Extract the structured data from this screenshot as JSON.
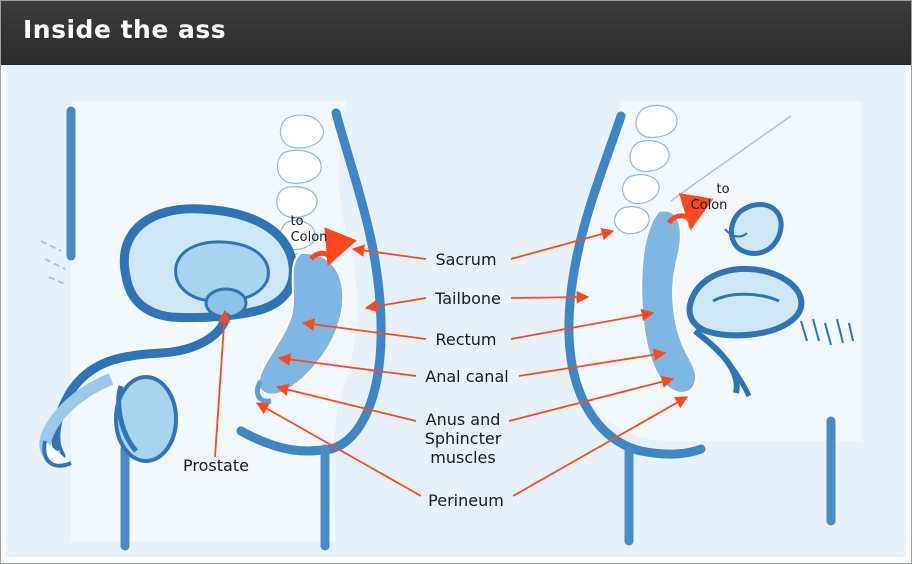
{
  "header": {
    "title": "Inside the ass"
  },
  "labels": {
    "sacrum": "Sacrum",
    "tailbone": "Tailbone",
    "rectum": "Rectum",
    "anal_canal": "Anal canal",
    "anus_line1": "Anus and",
    "anus_line2": "Sphincter",
    "anus_line3": "muscles",
    "perineum": "Perineum",
    "prostate": "Prostate",
    "to_colon_left_1": "to",
    "to_colon_left_2": "Colon",
    "to_colon_right_1": "to",
    "to_colon_right_2": "Colon"
  },
  "colors": {
    "header_bg": "#2e2e2e",
    "panel_bg": "#e7f1f9",
    "arrow": "#ff4a1f",
    "organ_dark": "#3a7fc1",
    "organ_light": "#a9d3ee",
    "outline": "#ffffff"
  }
}
